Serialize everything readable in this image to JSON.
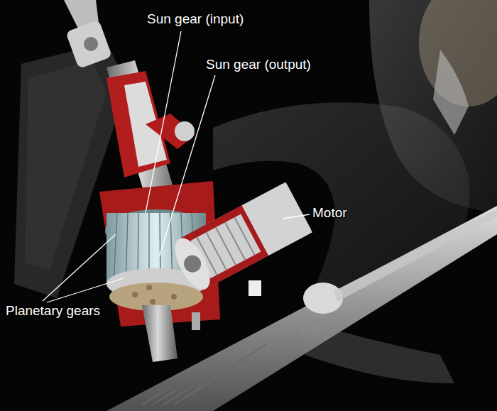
{
  "diagram": {
    "labels": [
      "Sun gear (input)",
      "Sun gear (output)",
      "Motor",
      "Planetary gears"
    ]
  }
}
